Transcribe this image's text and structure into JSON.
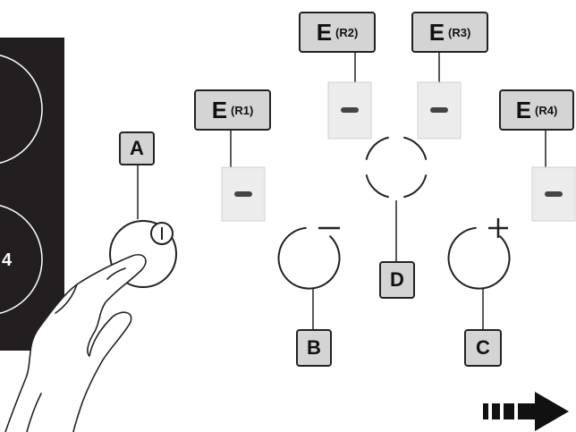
{
  "labels": {
    "A": "A",
    "B": "B",
    "C": "C",
    "D": "D",
    "E": "E",
    "r1": "(R1)",
    "r2": "(R2)",
    "r3": "(R3)",
    "r4": "(R4)"
  },
  "zone_number": "4",
  "colors": {
    "cooktop": "#231f20",
    "label_fill": "#d4d4d4",
    "indicator_fill": "#ececec",
    "line": "#222222"
  },
  "icons": [
    "power-icon",
    "minus-icon",
    "plus-icon",
    "right-arrow-icon",
    "hand-icon"
  ]
}
